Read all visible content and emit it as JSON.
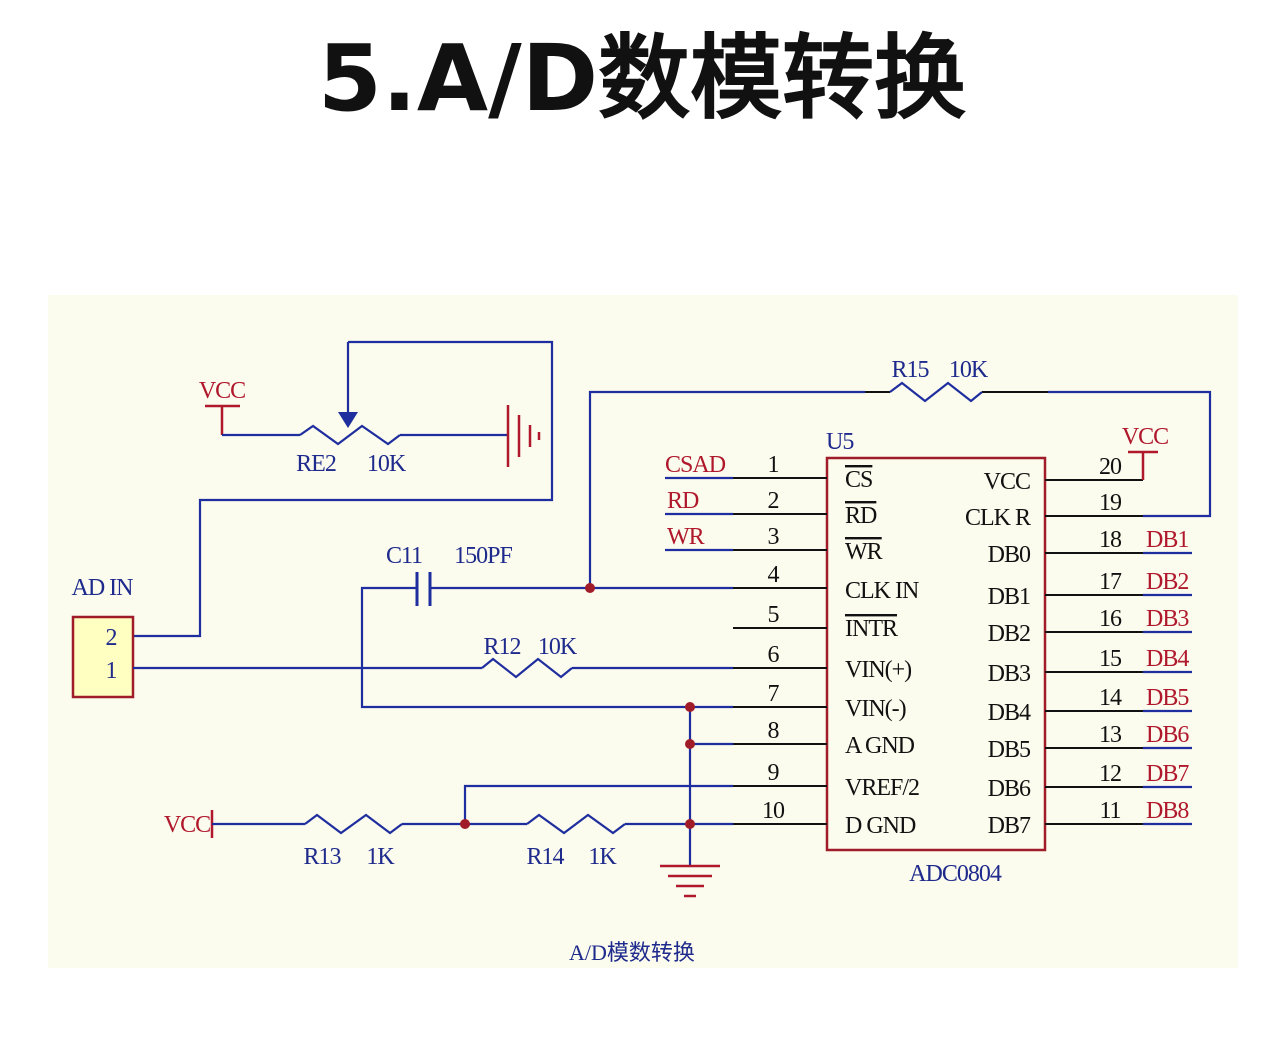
{
  "title": "5.A/D数模转换",
  "caption": "A/D模数转换",
  "colors": {
    "wire": "#1f2e9e",
    "pin": "#111111",
    "net_label": "#b0182c",
    "ref_label": "#1e2a8c",
    "chip_border": "#a01c28",
    "power": "#b0182c",
    "junction": "#a01c28",
    "panel": "#fbfbee",
    "connector_fill": "#ffffc2"
  },
  "chip": {
    "ref": "U5",
    "part": "ADC0804",
    "left_pins": [
      {
        "num": "1",
        "name": "CS"
      },
      {
        "num": "2",
        "name": "RD"
      },
      {
        "num": "3",
        "name": "WR"
      },
      {
        "num": "4",
        "name": "CLK IN"
      },
      {
        "num": "5",
        "name": "INTR"
      },
      {
        "num": "6",
        "name": "VIN(+)"
      },
      {
        "num": "7",
        "name": "VIN(-)"
      },
      {
        "num": "8",
        "name": "A GND"
      },
      {
        "num": "9",
        "name": "VREF/2"
      },
      {
        "num": "10",
        "name": "D GND"
      }
    ],
    "right_pins": [
      {
        "num": "20",
        "name": "VCC"
      },
      {
        "num": "19",
        "name": "CLK R"
      },
      {
        "num": "18",
        "name": "DB0"
      },
      {
        "num": "17",
        "name": "DB1"
      },
      {
        "num": "16",
        "name": "DB2"
      },
      {
        "num": "15",
        "name": "DB3"
      },
      {
        "num": "14",
        "name": "DB4"
      },
      {
        "num": "13",
        "name": "DB5"
      },
      {
        "num": "12",
        "name": "DB6"
      },
      {
        "num": "11",
        "name": "DB7"
      }
    ]
  },
  "net_labels": {
    "left": [
      "CSAD",
      "RD",
      "WR"
    ],
    "right": [
      "DB1",
      "DB2",
      "DB3",
      "DB4",
      "DB5",
      "DB6",
      "DB7",
      "DB8"
    ]
  },
  "power": {
    "pot_vcc": "VCC",
    "chip_vcc": "VCC",
    "divider_vcc": "VCC"
  },
  "components": {
    "re2": {
      "ref": "RE2",
      "value": "10K"
    },
    "r15": {
      "ref": "R15",
      "value": "10K"
    },
    "c11": {
      "ref": "C11",
      "value": "150PF"
    },
    "r12": {
      "ref": "R12",
      "value": "10K"
    },
    "r13": {
      "ref": "R13",
      "value": "1K"
    },
    "r14": {
      "ref": "R14",
      "value": "1K"
    }
  },
  "connector": {
    "label": "AD IN",
    "pins": [
      "2",
      "1"
    ]
  }
}
